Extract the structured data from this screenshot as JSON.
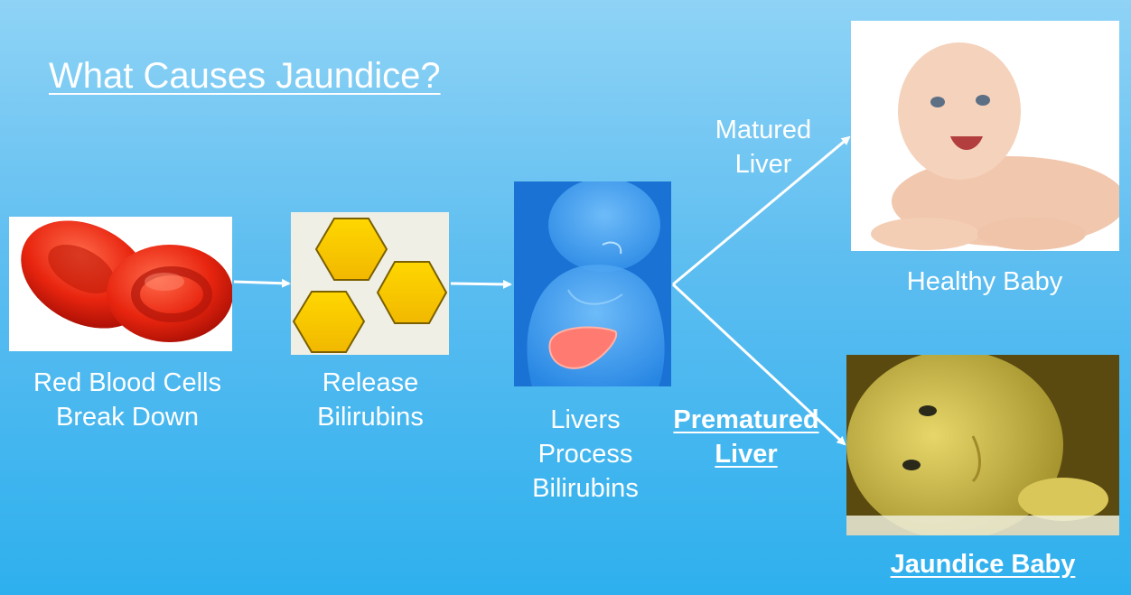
{
  "title": "What Causes Jaundice?",
  "steps": {
    "rbc": {
      "line1": "Red Blood Cells",
      "line2": "Break Down"
    },
    "release": {
      "line1": "Release",
      "line2": "Bilirubins"
    },
    "liver": {
      "line1": "Livers",
      "line2": "Process",
      "line3": "Bilirubins"
    }
  },
  "branches": {
    "matured": {
      "line1": "Matured",
      "line2": "Liver"
    },
    "premature": {
      "line1": "Prematured",
      "line2": "Liver"
    }
  },
  "outcomes": {
    "healthy": "Healthy Baby",
    "jaundice": "Jaundice Baby"
  },
  "colors": {
    "rbc": "#e8250f",
    "bilirubin": "#f5c400",
    "liver_bg": "#1a7fd8",
    "liver_organ": "#ff7a70",
    "jaundice_skin": "#d8c650",
    "healthy_skin": "#f3cdb4"
  },
  "icons": [
    "red-blood-cell-illustration",
    "bilirubin-hexagon-illustration",
    "infant-liver-illustration",
    "healthy-baby-photo",
    "jaundice-baby-photo"
  ]
}
